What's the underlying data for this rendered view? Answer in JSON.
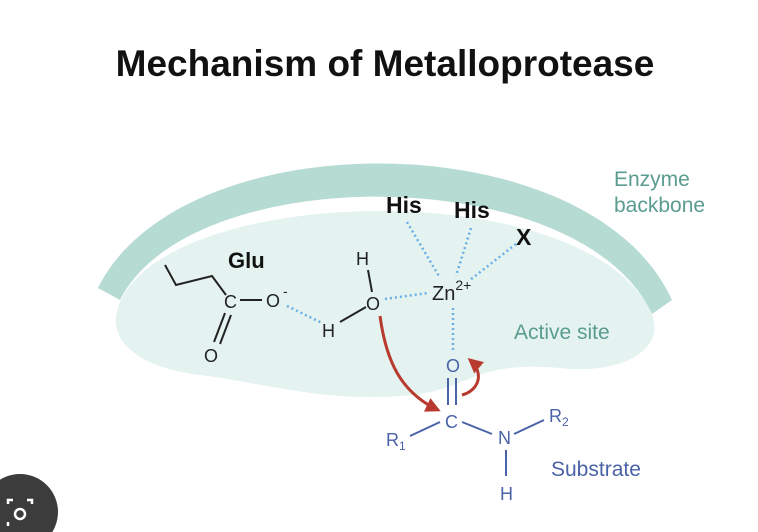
{
  "title": "Mechanism of Metalloprotease",
  "labels": {
    "enzyme_line1": "Enzyme",
    "enzyme_line2": "backbone",
    "active_site": "Active site",
    "substrate": "Substrate",
    "glu": "Glu",
    "his1": "His",
    "his2": "His",
    "x": "X"
  },
  "atoms": {
    "zn": "Zn",
    "zn_charge": "2+",
    "water_h_top": "H",
    "water_o": "O",
    "water_h_left": "H",
    "glu_c": "C",
    "glu_o_minus": "O",
    "glu_minus": "-",
    "glu_o_double": "O",
    "sub_o": "O",
    "sub_c": "C",
    "sub_n": "N",
    "sub_h": "H",
    "r1": "R",
    "r1_sub": "1",
    "r2": "R",
    "r2_sub": "2"
  },
  "colors": {
    "backbone": "#b5dbd3",
    "active_site_fill": "#e4f3f0",
    "label_green": "#5a9c90",
    "substrate_blue": "#4a63a8",
    "coordination_dotted": "#6aaee6",
    "arrow_red": "#b83a2e"
  }
}
